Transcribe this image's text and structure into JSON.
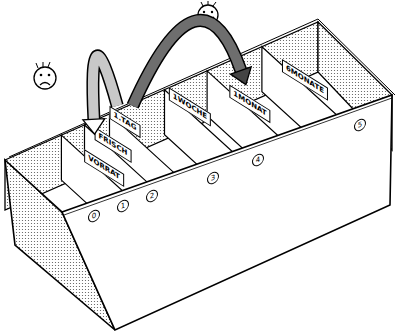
{
  "diagram": {
    "nodes": [
      {
        "text": [
          "VORRAT"
        ]
      },
      {
        "text": [
          "FRISCH"
        ]
      },
      {
        "text": [
          "1.TAG"
        ]
      },
      {
        "text": [
          "1WOCHE"
        ]
      },
      {
        "text": [
          "1MONAT"
        ]
      },
      {
        "text": [
          "6MONATE"
        ]
      }
    ],
    "edges": [
      {
        "from": 2,
        "to": 1,
        "arrow": "to"
      },
      {
        "from": 2,
        "to": 4,
        "arrow": "to"
      }
    ],
    "labels": [
      "0",
      "1",
      "2",
      "3",
      "4",
      "5"
    ]
  }
}
